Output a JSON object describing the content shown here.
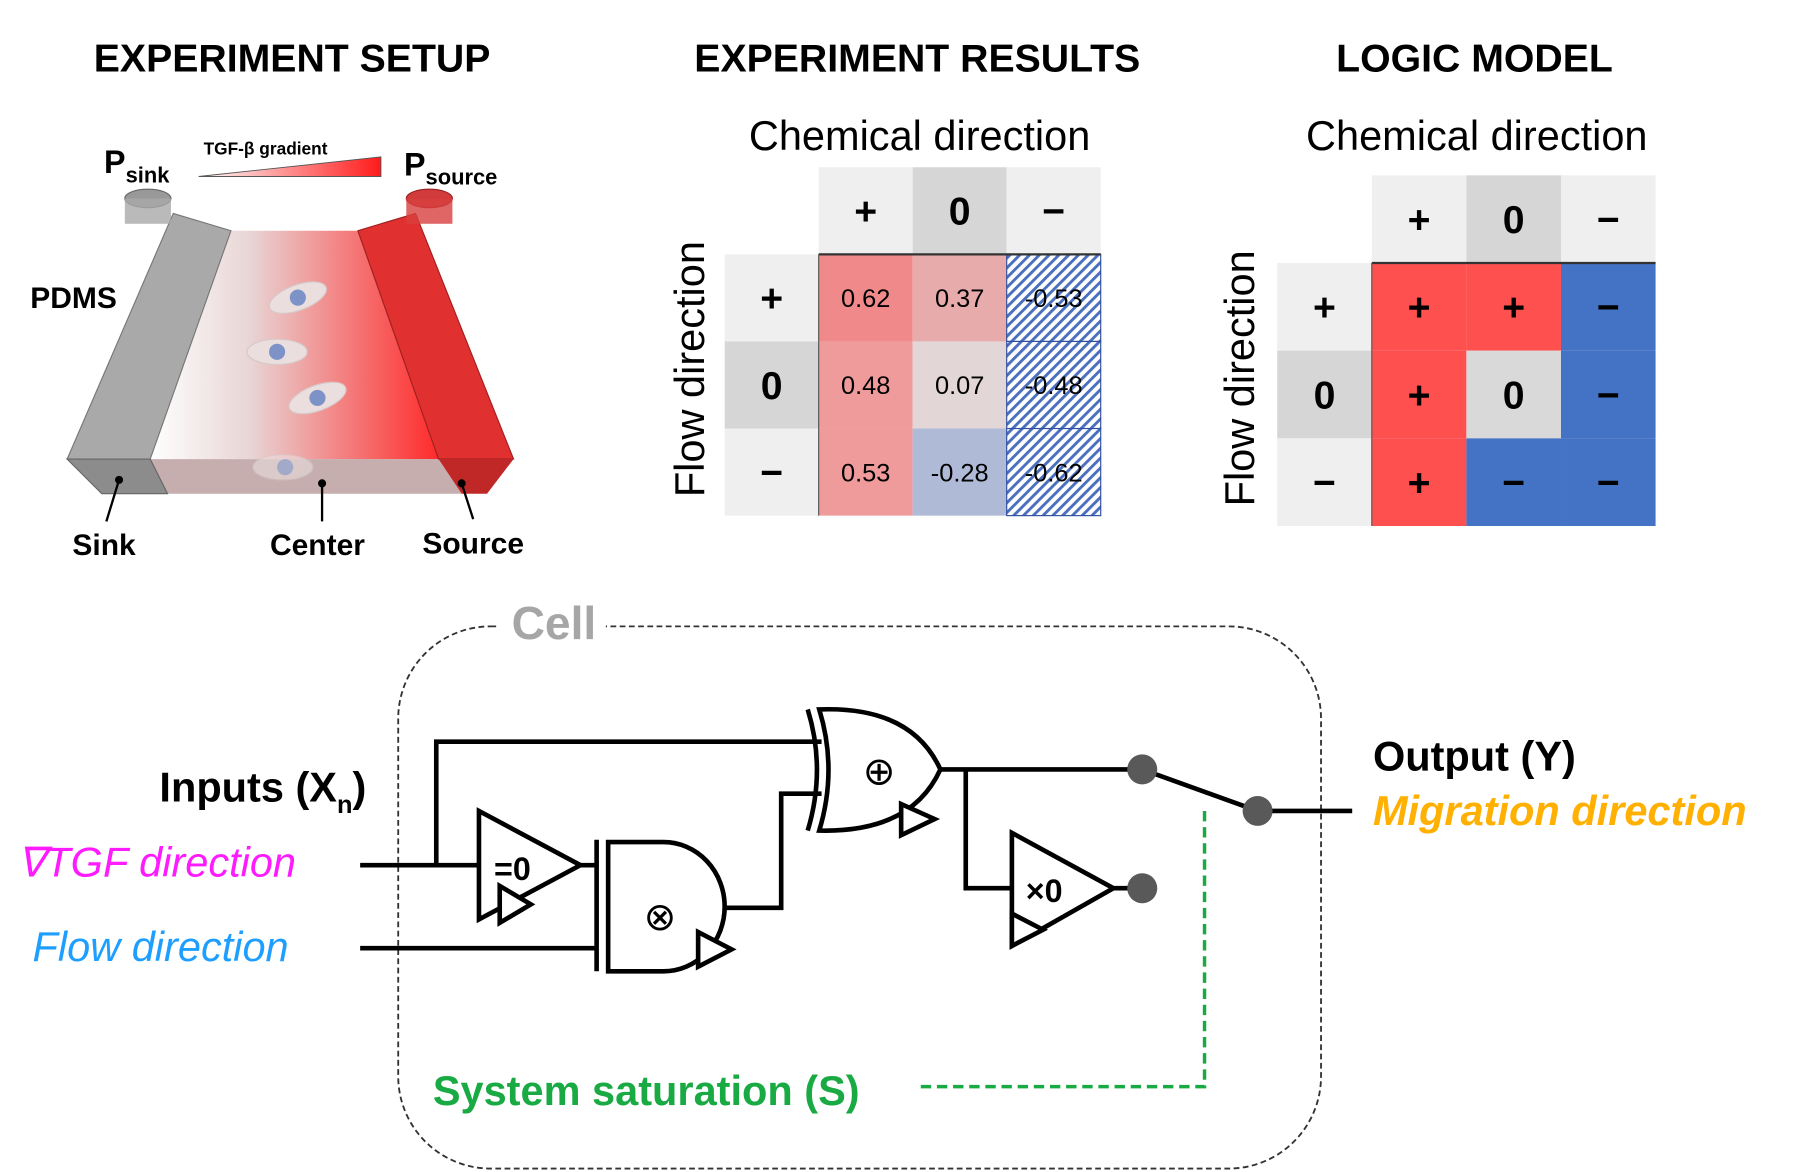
{
  "titles": {
    "setup": "EXPERIMENT SETUP",
    "results": "EXPERIMENT RESULTS",
    "logic": "LOGIC MODEL"
  },
  "setup": {
    "p_sink": "P",
    "p_sink_sub": "sink",
    "p_source": "P",
    "p_source_sub": "source",
    "gradient_label": "TGF-β gradient",
    "material": "PDMS",
    "sink": "Sink",
    "center": "Center",
    "source": "Source"
  },
  "results": {
    "col_axis": "Chemical direction",
    "row_axis": "Flow direction",
    "col_headers": [
      "+",
      "0",
      "−"
    ],
    "row_headers": [
      "+",
      "0",
      "−"
    ],
    "values": [
      [
        "0.62",
        "0.37",
        "-0.53"
      ],
      [
        "0.48",
        "0.07",
        "-0.48"
      ],
      [
        "0.53",
        "-0.28",
        "-0.62"
      ]
    ],
    "colors": [
      [
        "#f08a8a",
        "#e8abab",
        "hatch"
      ],
      [
        "#ef9b9b",
        "#e3d6d6",
        "hatch"
      ],
      [
        "#ef9b9b",
        "#aebad6",
        "hatch"
      ]
    ]
  },
  "logic": {
    "col_axis": "Chemical direction",
    "row_axis": "Flow direction",
    "col_headers": [
      "+",
      "0",
      "−"
    ],
    "row_headers": [
      "+",
      "0",
      "−"
    ],
    "values": [
      [
        "+",
        "+",
        "−"
      ],
      [
        "+",
        "0",
        "−"
      ],
      [
        "+",
        "−",
        "−"
      ]
    ],
    "colors": [
      [
        "#ff5050",
        "#ff5050",
        "#4472c4"
      ],
      [
        "#ff5050",
        "#d9d9d9",
        "#4472c4"
      ],
      [
        "#ff5050",
        "#4472c4",
        "#4472c4"
      ]
    ]
  },
  "circuit": {
    "cell_label": "Cell",
    "inputs_label": "Inputs (X",
    "inputs_sub": "n",
    "inputs_close": ")",
    "input_tgf": "∇TGF direction",
    "input_flow": "Flow direction",
    "comparator_label": "=0",
    "and_symbol": "⊗",
    "xor_symbol": "⊕",
    "multiplier_label": "×0",
    "output_label": "Output (Y)",
    "output_meaning": "Migration direction",
    "saturation_label": "System saturation (S)",
    "colors": {
      "tgf": "#ff1aff",
      "flow": "#1e9fff",
      "migration": "#ffb000",
      "saturation": "#1aaa44",
      "cell": "#a6a6a6"
    }
  }
}
